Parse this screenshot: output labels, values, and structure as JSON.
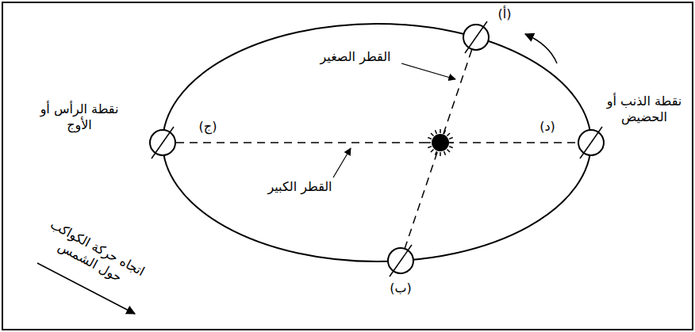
{
  "diagram": {
    "labels": [
      "(أ)",
      "القطر الصغير",
      "نقطة الرأس أو الأوج",
      "(ج)",
      "(د)",
      "نقطة الذنب أو الحضيض",
      "القطر الكبير",
      "(ب)",
      "اتجاه حركة الكواكب حول الشمس"
    ]
  }
}
